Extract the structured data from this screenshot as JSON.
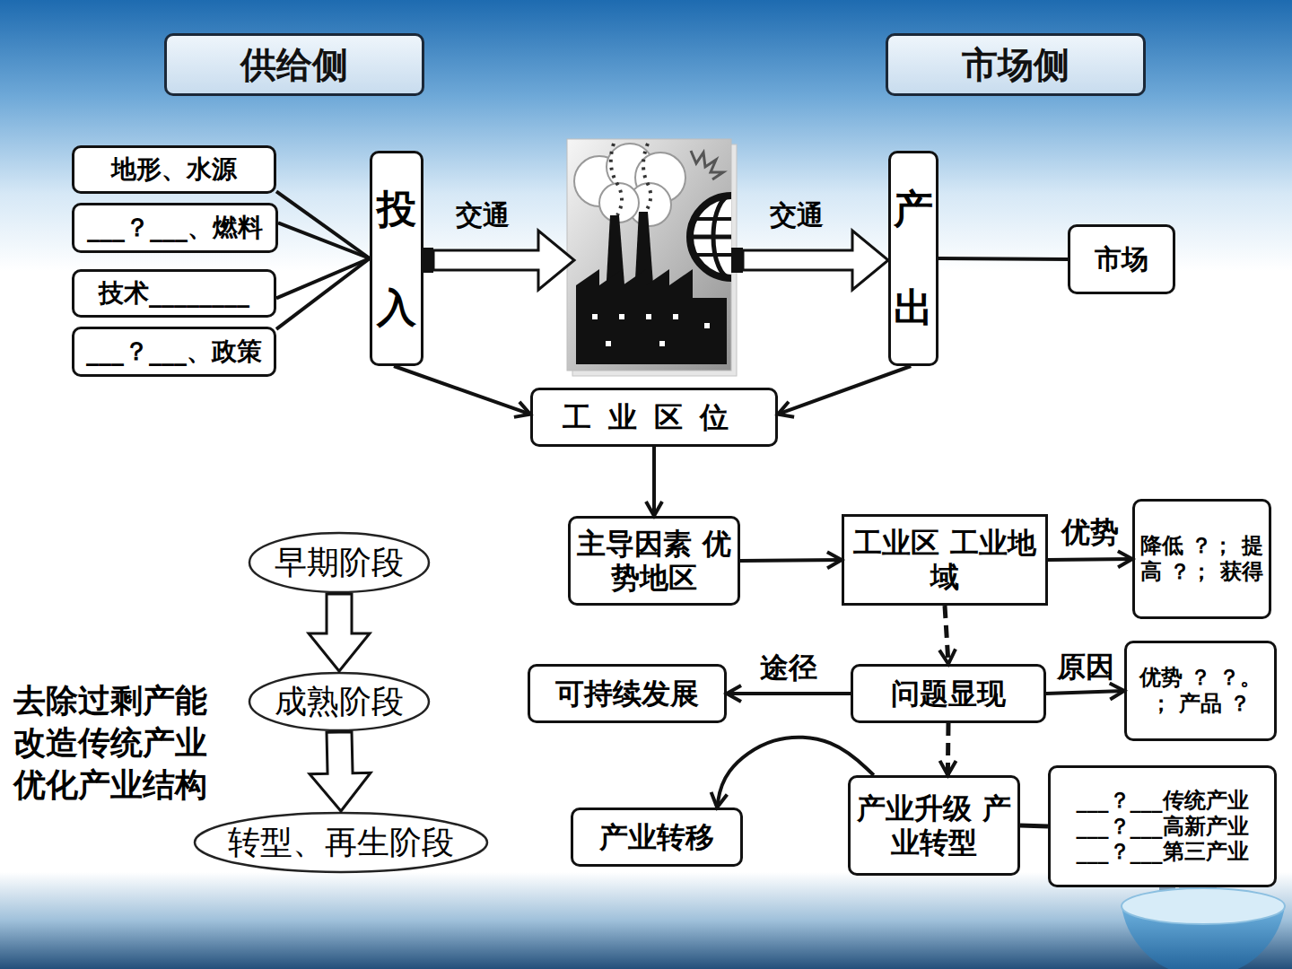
{
  "diagram": {
    "nodes": [
      {
        "text": [
          "供给侧"
        ]
      },
      {
        "text": [
          "市场侧"
        ]
      },
      {
        "text": [
          "地形、水源"
        ]
      },
      {
        "text": [
          "___？___、燃料"
        ]
      },
      {
        "text": [
          "技术________"
        ]
      },
      {
        "text": [
          "___？___、政策"
        ]
      },
      {
        "text": [
          "投入"
        ]
      },
      {
        "text": [
          "产出"
        ]
      },
      {
        "text": [
          "市场"
        ]
      },
      {
        "text": [
          "工业区位"
        ]
      },
      {
        "text": [
          "主导因素 优势地区"
        ]
      },
      {
        "text": [
          "工业区 工业地域"
        ]
      },
      {
        "text": [
          "降低 ？； 提高 ？； 获得"
        ]
      },
      {
        "text": [
          "优势 ？ ？。 ； 产品 ？"
        ]
      },
      {
        "text": [
          "可持续发展"
        ]
      },
      {
        "text": [
          "问题显现"
        ]
      },
      {
        "text": [
          "产业升级 产业转型"
        ]
      },
      {
        "text": [
          "产业转移"
        ]
      },
      {
        "text": [
          "___？___传统产业 ___？___高新产业 ___？___第三产业"
        ]
      },
      {
        "text": [
          "早期阶段"
        ]
      },
      {
        "text": [
          "成熟阶段"
        ]
      },
      {
        "text": [
          "转型、再生阶段"
        ]
      }
    ],
    "edges": [
      {
        "from": 2,
        "to": 6,
        "arrow": "none"
      },
      {
        "from": 3,
        "to": 6,
        "arrow": "none"
      },
      {
        "from": 4,
        "to": 6,
        "arrow": "none"
      },
      {
        "from": 5,
        "to": 6,
        "arrow": "none"
      },
      {
        "from": 7,
        "to": 8,
        "arrow": "none"
      },
      {
        "from": 6,
        "to": 9,
        "arrow": "to"
      },
      {
        "from": 7,
        "to": 9,
        "arrow": "to"
      },
      {
        "from": 9,
        "to": 10,
        "arrow": "to"
      },
      {
        "from": 10,
        "to": 11,
        "arrow": "to"
      },
      {
        "from": 11,
        "to": 12,
        "label": "优势",
        "arrow": "to"
      },
      {
        "from": 11,
        "to": 15,
        "arrow": "to"
      },
      {
        "from": 15,
        "to": 14,
        "label": "途径",
        "arrow": "to"
      },
      {
        "from": 15,
        "to": 13,
        "label": "原因",
        "arrow": "to"
      },
      {
        "from": 15,
        "to": 16,
        "arrow": "to"
      },
      {
        "from": 16,
        "to": 17,
        "arrow": "to"
      },
      {
        "from": 16,
        "to": 18,
        "arrow": "none"
      },
      {
        "from": 19,
        "to": 20,
        "arrow": "to"
      },
      {
        "from": 20,
        "to": 21,
        "arrow": "to"
      }
    ],
    "labels": [
      "交通",
      "交通",
      "去除过剩产能 改造传统产业 优化产业结构"
    ]
  }
}
